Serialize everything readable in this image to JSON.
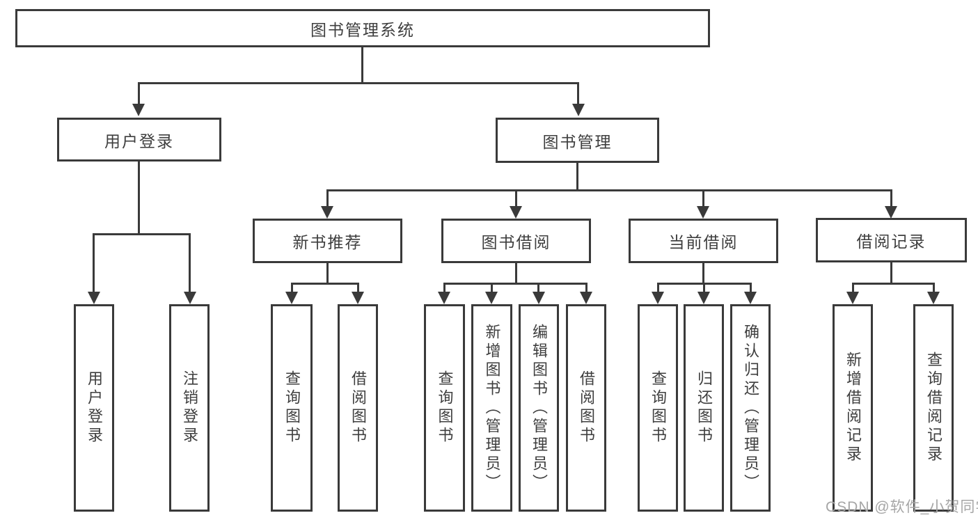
{
  "tree": {
    "label": "图书管理系统",
    "children": [
      {
        "label": "用户登录",
        "children": [
          {
            "label": "用户登录"
          },
          {
            "label": "注销登录"
          }
        ]
      },
      {
        "label": "图书管理",
        "children": [
          {
            "label": "新书推荐",
            "children": [
              {
                "label": "查询图书"
              },
              {
                "label": "借阅图书"
              }
            ]
          },
          {
            "label": "图书借阅",
            "children": [
              {
                "label": "查询图书"
              },
              {
                "label": "新增图书（管理员）"
              },
              {
                "label": "编辑图书（管理员）"
              },
              {
                "label": "借阅图书"
              }
            ]
          },
          {
            "label": "当前借阅",
            "children": [
              {
                "label": "查询图书"
              },
              {
                "label": "归还图书"
              },
              {
                "label": "确认归还（管理员）"
              }
            ]
          },
          {
            "label": "借阅记录",
            "children": [
              {
                "label": "新增借阅记录"
              },
              {
                "label": "查询借阅记录"
              }
            ]
          }
        ]
      }
    ]
  },
  "watermark": {
    "text": "CSDN @软件_小贺同学"
  },
  "colors": {
    "line": "#3a3a3a",
    "text": "#3e3e3e",
    "watermark": "#a6a6a6",
    "background": "#ffffff"
  }
}
